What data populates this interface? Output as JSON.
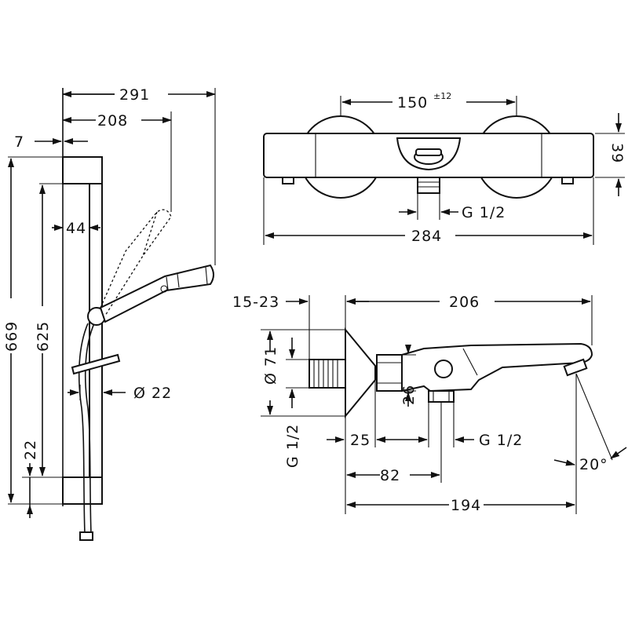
{
  "shower_set": {
    "dim_overall_width": "291",
    "dim_handshower_width": "208",
    "dim_wall_offset": "7",
    "dim_rail_gap": "44",
    "dim_total_height": "669",
    "dim_rail_length": "625",
    "dim_bracket_height": "22",
    "dim_rail_diameter": "Ø 22"
  },
  "mixer_front": {
    "dim_centers": "150",
    "dim_centers_tolerance": "±12",
    "dim_body_height": "39",
    "dim_outlet_thread": "G 1/2",
    "dim_body_length": "284"
  },
  "mixer_side": {
    "dim_connection_range": "15-23",
    "dim_projection": "206",
    "dim_rosette_diameter": "Ø 71",
    "dim_inlet_thread": "G 1/2",
    "dim_spout_offset": "26",
    "dim_rosette_depth": "25",
    "dim_outlet_thread": "G 1/2",
    "dim_outlet_distance": "82",
    "dim_spout_length": "194",
    "dim_spout_angle": "20°"
  }
}
